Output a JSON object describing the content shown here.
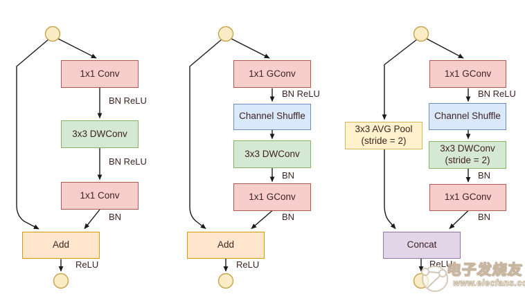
{
  "palette": {
    "conv_fill": "#f8cecc",
    "conv_stroke": "#b85450",
    "dwconv_fill": "#d5e8d4",
    "dwconv_stroke": "#82b366",
    "shuffle_fill": "#dae8fc",
    "shuffle_stroke": "#6c8ebf",
    "add_fill": "#ffe6cc",
    "add_stroke": "#d79b00",
    "pool_fill": "#fff2cc",
    "pool_stroke": "#d6b656",
    "concat_fill": "#e1d5e7",
    "concat_stroke": "#9673a6",
    "endpoint_fill": "#faecc5",
    "endpoint_stroke": "#c7a24b",
    "arrow": "#1a1a1a",
    "text": "#3f2222"
  },
  "diagrams": [
    {
      "name": "bottleneck-unit",
      "nodes": [
        {
          "label": "1x1 Conv"
        },
        {
          "label": "3x3 DWConv"
        },
        {
          "label": "1x1 Conv"
        },
        {
          "label": "Add"
        }
      ],
      "edge_labels": [
        {
          "label": "BN ReLU"
        },
        {
          "label": "BN ReLU"
        },
        {
          "label": "BN"
        },
        {
          "label": "ReLU"
        }
      ]
    },
    {
      "name": "shufflenet-unit-stride-1",
      "nodes": [
        {
          "label": "1x1 GConv"
        },
        {
          "label": "Channel Shuffle"
        },
        {
          "label": "3x3 DWConv"
        },
        {
          "label": "1x1 GConv"
        },
        {
          "label": "Add"
        }
      ],
      "edge_labels": [
        {
          "label": "BN ReLU"
        },
        {
          "label": "BN"
        },
        {
          "label": "BN"
        },
        {
          "label": "ReLU"
        }
      ]
    },
    {
      "name": "shufflenet-unit-stride-2",
      "nodes": [
        {
          "label": "1x1 GConv"
        },
        {
          "label": "Channel Shuffle"
        },
        {
          "label": "3x3 DWConv\n(stride = 2)"
        },
        {
          "label": "1x1 GConv"
        },
        {
          "label": "3x3 AVG Pool\n(stride = 2)"
        },
        {
          "label": "Concat"
        }
      ],
      "edge_labels": [
        {
          "label": "BN ReLU"
        },
        {
          "label": "BN"
        },
        {
          "label": "BN"
        },
        {
          "label": "ReLU"
        }
      ]
    }
  ],
  "watermark": {
    "brand": "电子发烧友",
    "url": "www.elecfans.com"
  }
}
